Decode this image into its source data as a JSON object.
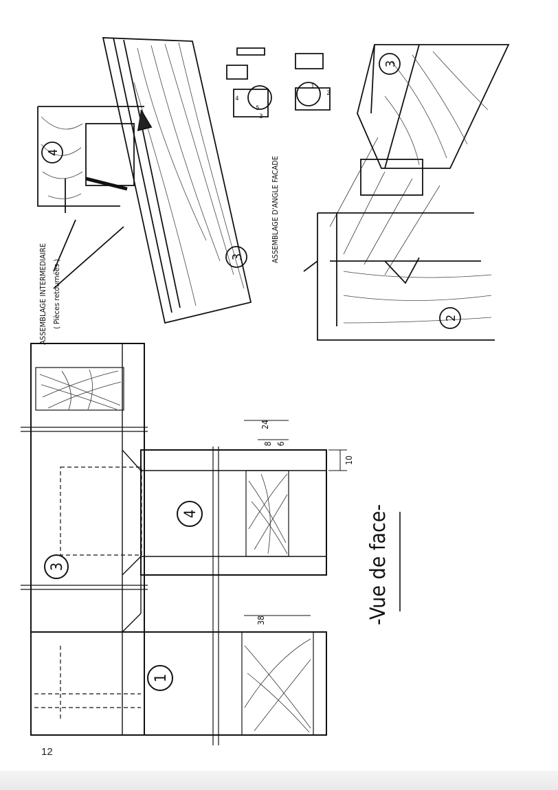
{
  "page": {
    "number": "12"
  },
  "front_view": {
    "title": "-Vue de face-",
    "part_1": "1",
    "part_3": "3",
    "part_4": "4",
    "dim_24": "24",
    "dim_8": "8",
    "dim_6": "6",
    "dim_10": "10",
    "dim_38": "38"
  },
  "intermediate_joint": {
    "label_line1": "ASSEMBLAGE INTERMEDIAIRE",
    "label_line2": "( Pièces retournées )",
    "part_4": "4",
    "part_3": "3"
  },
  "corner_joint": {
    "label": "ASSEMBLAGE D'ANGLE FACADE",
    "part_3": "3",
    "part_2": "2",
    "mini_1": "1",
    "mini_2": "2",
    "mini_3": "3",
    "mini_4": "4",
    "mini_5": "5"
  }
}
